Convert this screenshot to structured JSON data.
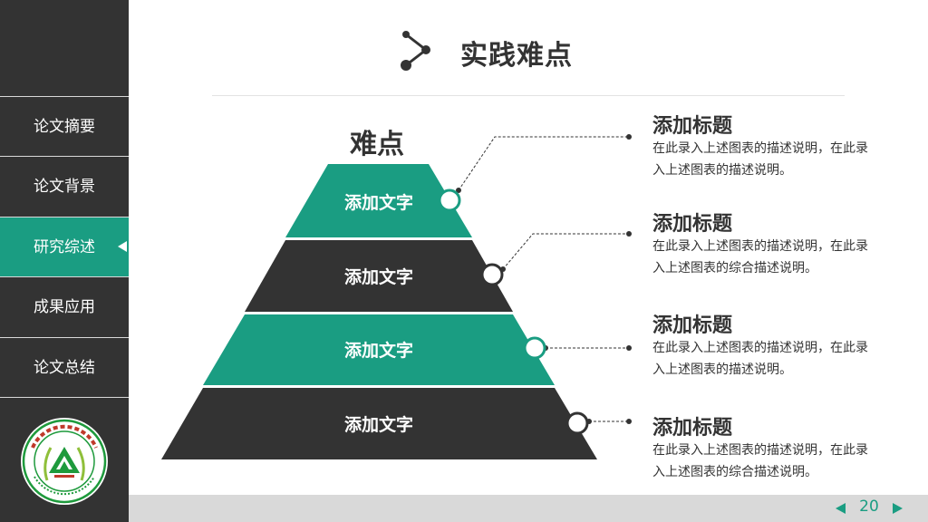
{
  "sidebar": {
    "items": [
      {
        "label": "论文摘要"
      },
      {
        "label": "论文背景"
      },
      {
        "label": "研究综述"
      },
      {
        "label": "成果应用"
      },
      {
        "label": "论文总结"
      }
    ],
    "active_index": 2
  },
  "logo": {
    "icon": "university-seal-icon",
    "text": "河南农业大学 HENAN AGRICULTURAL UNIVERSITY"
  },
  "header": {
    "title": "实践难点",
    "icon": "share-nodes-icon"
  },
  "pyramid": {
    "heading": "难点",
    "layers": [
      {
        "label": "添加文字",
        "color": "#1a9d82"
      },
      {
        "label": "添加文字",
        "color": "#333333"
      },
      {
        "label": "添加文字",
        "color": "#1a9d82"
      },
      {
        "label": "添加文字",
        "color": "#333333"
      }
    ]
  },
  "items": [
    {
      "title": "添加标题",
      "desc": "在此录入上述图表的描述说明，在此录入上述图表的描述说明。"
    },
    {
      "title": "添加标题",
      "desc": "在此录入上述图表的描述说明，在此录入上述图表的综合描述说明。"
    },
    {
      "title": "添加标题",
      "desc": "在此录入上述图表的描述说明，在此录入上述图表的描述说明。"
    },
    {
      "title": "添加标题",
      "desc": "在此录入上述图表的描述说明，在此录入上述图表的综合描述说明。"
    }
  ],
  "footer": {
    "page_number": "20"
  },
  "colors": {
    "accent": "#1a9d82",
    "dark": "#333333",
    "footer": "#d9d9d9"
  }
}
